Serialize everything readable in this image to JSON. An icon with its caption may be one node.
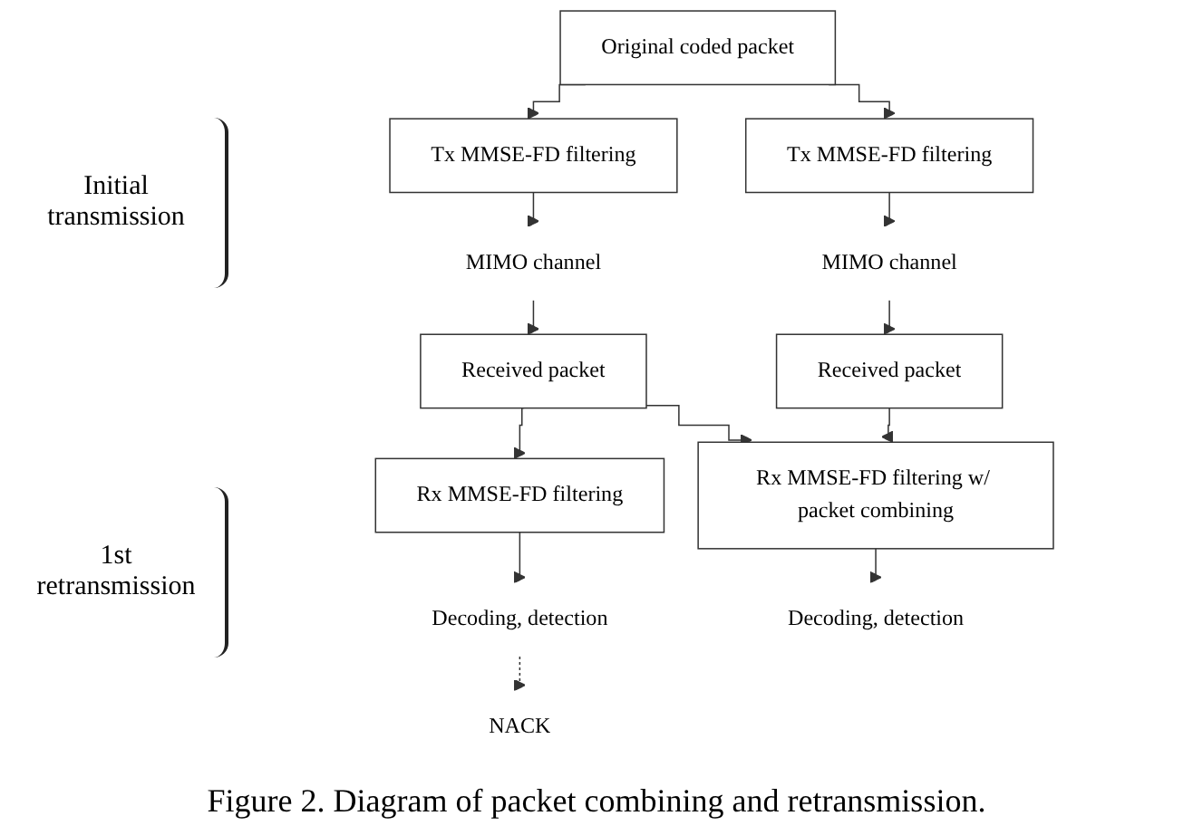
{
  "diagram": {
    "caption": "Figure 2. Diagram of packet combining and retransmission.",
    "nodes": [
      {
        "text": [
          "Original coded packet"
        ]
      },
      {
        "text": [
          "Tx MMSE-FD filtering"
        ]
      },
      {
        "text": [
          "MIMO channel"
        ]
      },
      {
        "text": [
          "Received packet"
        ]
      },
      {
        "text": [
          "Rx MMSE-FD filtering"
        ]
      },
      {
        "text": [
          "Decoding, detection"
        ]
      },
      {
        "text": [
          "NACK"
        ]
      },
      {
        "text": [
          "Tx MMSE-FD filtering"
        ]
      },
      {
        "text": [
          "MIMO channel"
        ]
      },
      {
        "text": [
          "Received packet"
        ]
      },
      {
        "text": [
          "Rx MMSE-FD filtering w/ packet combining"
        ]
      },
      {
        "text": [
          "Decoding, detection"
        ]
      }
    ],
    "edges": [
      {
        "from": 0,
        "to": 1,
        "arrow": "to"
      },
      {
        "from": 1,
        "to": 2,
        "arrow": "to"
      },
      {
        "from": 2,
        "to": 3,
        "arrow": "to"
      },
      {
        "from": 3,
        "to": 4,
        "arrow": "to"
      },
      {
        "from": 4,
        "to": 5,
        "arrow": "to"
      },
      {
        "from": 5,
        "to": 6,
        "arrow": "to",
        "style": "dashed"
      },
      {
        "from": 0,
        "to": 7,
        "arrow": "to"
      },
      {
        "from": 7,
        "to": 8,
        "arrow": "to"
      },
      {
        "from": 8,
        "to": 9,
        "arrow": "to"
      },
      {
        "from": 9,
        "to": 10,
        "arrow": "to"
      },
      {
        "from": 3,
        "to": 10,
        "arrow": "to"
      },
      {
        "from": 10,
        "to": 11,
        "arrow": "to"
      }
    ],
    "labels": [
      "Initial transmission",
      "1st retransmission"
    ]
  }
}
